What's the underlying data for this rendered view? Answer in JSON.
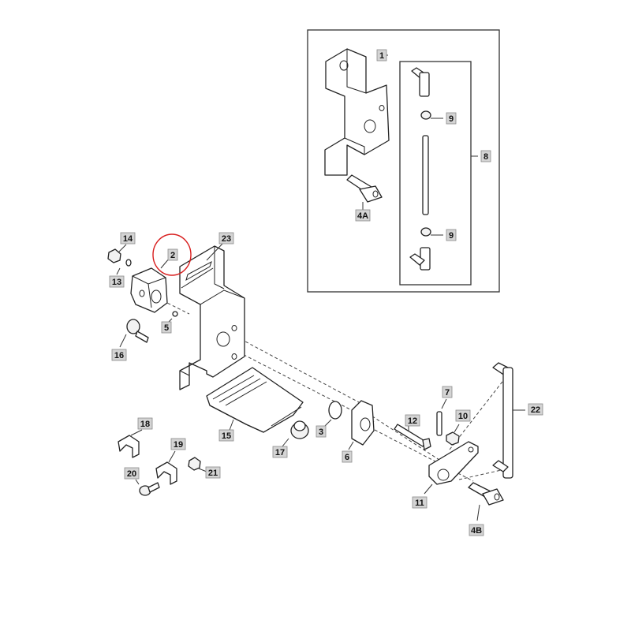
{
  "callouts": [
    {
      "id": "c1",
      "text": "1"
    },
    {
      "id": "c8",
      "text": "8"
    },
    {
      "id": "c9a",
      "text": "9"
    },
    {
      "id": "c9b",
      "text": "9"
    },
    {
      "id": "c4a",
      "text": "4A"
    },
    {
      "id": "c14",
      "text": "14"
    },
    {
      "id": "c2",
      "text": "2"
    },
    {
      "id": "c23",
      "text": "23"
    },
    {
      "id": "c13",
      "text": "13"
    },
    {
      "id": "c5",
      "text": "5"
    },
    {
      "id": "c16",
      "text": "16"
    },
    {
      "id": "c18",
      "text": "18"
    },
    {
      "id": "c15",
      "text": "15"
    },
    {
      "id": "c3",
      "text": "3"
    },
    {
      "id": "c17",
      "text": "17"
    },
    {
      "id": "c6",
      "text": "6"
    },
    {
      "id": "c12",
      "text": "12"
    },
    {
      "id": "c7",
      "text": "7"
    },
    {
      "id": "c10",
      "text": "10"
    },
    {
      "id": "c22",
      "text": "22"
    },
    {
      "id": "c11",
      "text": "11"
    },
    {
      "id": "c4b",
      "text": "4B"
    },
    {
      "id": "c19",
      "text": "19"
    },
    {
      "id": "c20",
      "text": "20"
    },
    {
      "id": "c21",
      "text": "21"
    }
  ],
  "highlighted_callout": "2",
  "colors": {
    "highlight": "#d81e1e",
    "label_fill": "#d4d4d4"
  }
}
